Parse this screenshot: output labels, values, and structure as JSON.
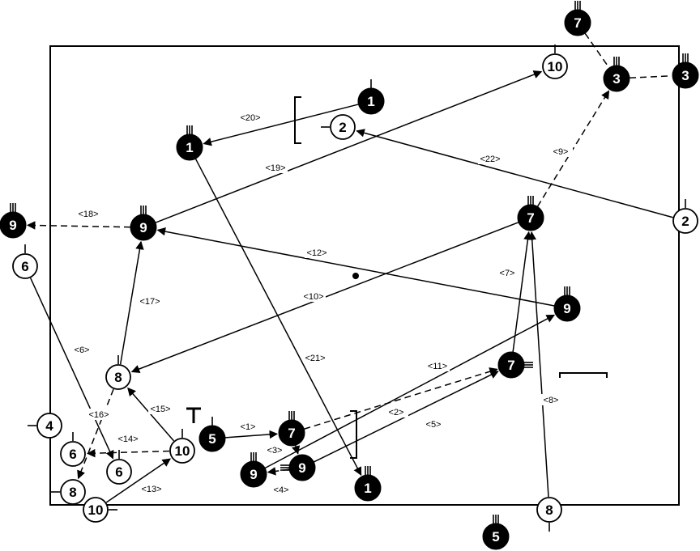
{
  "colors": {
    "ink": "#000000",
    "paper": "#ffffff"
  },
  "players": [
    {
      "id": "p1a",
      "number": "1",
      "team": "dark"
    },
    {
      "id": "p1b",
      "number": "1",
      "team": "dark"
    },
    {
      "id": "p1c",
      "number": "1",
      "team": "dark"
    },
    {
      "id": "p2a",
      "number": "2",
      "team": "light"
    },
    {
      "id": "p2b",
      "number": "2",
      "team": "light"
    },
    {
      "id": "p3a",
      "number": "3",
      "team": "dark"
    },
    {
      "id": "p3b",
      "number": "3",
      "team": "dark"
    },
    {
      "id": "p4",
      "number": "4",
      "team": "light"
    },
    {
      "id": "p5a",
      "number": "5",
      "team": "dark"
    },
    {
      "id": "p5b",
      "number": "5",
      "team": "dark"
    },
    {
      "id": "p6a",
      "number": "6",
      "team": "light"
    },
    {
      "id": "p6b",
      "number": "6",
      "team": "light"
    },
    {
      "id": "p6c",
      "number": "6",
      "team": "light"
    },
    {
      "id": "p7a",
      "number": "7",
      "team": "dark"
    },
    {
      "id": "p7b",
      "number": "7",
      "team": "dark"
    },
    {
      "id": "p7c",
      "number": "7",
      "team": "dark"
    },
    {
      "id": "p7d",
      "number": "7",
      "team": "dark"
    },
    {
      "id": "p8a",
      "number": "8",
      "team": "light"
    },
    {
      "id": "p8b",
      "number": "8",
      "team": "light"
    },
    {
      "id": "p8c",
      "number": "8",
      "team": "light"
    },
    {
      "id": "p9a",
      "number": "9",
      "team": "dark"
    },
    {
      "id": "p9b",
      "number": "9",
      "team": "dark"
    },
    {
      "id": "p9c",
      "number": "9",
      "team": "dark"
    },
    {
      "id": "p9d",
      "number": "9",
      "team": "dark"
    },
    {
      "id": "p9e",
      "number": "9",
      "team": "dark"
    },
    {
      "id": "p10a",
      "number": "10",
      "team": "light"
    },
    {
      "id": "p10b",
      "number": "10",
      "team": "light"
    },
    {
      "id": "p10c",
      "number": "10",
      "team": "light"
    }
  ],
  "moves": [
    {
      "label": "<1>",
      "style": "solid"
    },
    {
      "label": "<2>",
      "style": "dashed"
    },
    {
      "label": "<3>",
      "style": "solid"
    },
    {
      "label": "<4>",
      "style": "dashed"
    },
    {
      "label": "<5>",
      "style": "solid"
    },
    {
      "label": "<6>",
      "style": "solid"
    },
    {
      "label": "<7>",
      "style": "solid"
    },
    {
      "label": "<8>",
      "style": "solid"
    },
    {
      "label": "<9>",
      "style": "dashed"
    },
    {
      "label": "<10>",
      "style": "solid"
    },
    {
      "label": "<11>",
      "style": "solid"
    },
    {
      "label": "<12>",
      "style": "solid"
    },
    {
      "label": "<13>",
      "style": "solid"
    },
    {
      "label": "<14>",
      "style": "dashed"
    },
    {
      "label": "<15>",
      "style": "solid"
    },
    {
      "label": "<16>",
      "style": "dashed"
    },
    {
      "label": "<17>",
      "style": "solid"
    },
    {
      "label": "<18>",
      "style": "dashed"
    },
    {
      "label": "<19>",
      "style": "solid"
    },
    {
      "label": "<20>",
      "style": "solid"
    },
    {
      "label": "<21>",
      "style": "solid"
    },
    {
      "label": "<22>",
      "style": "solid"
    }
  ]
}
